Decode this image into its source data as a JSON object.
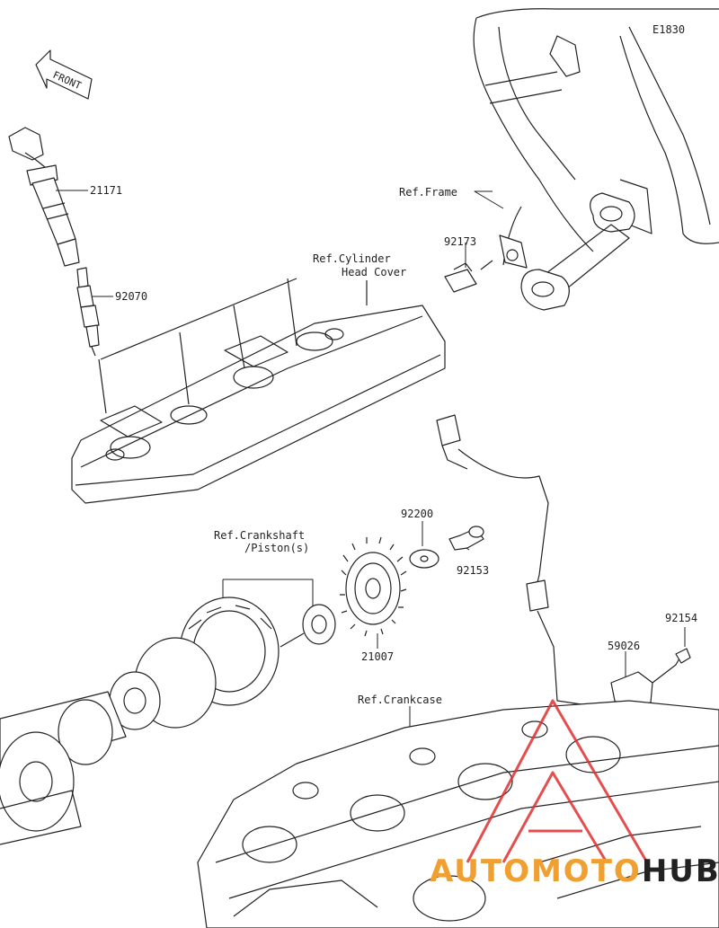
{
  "diagram_code": "E1830",
  "front_arrow_text": "FRONT",
  "parts": [
    {
      "number": "21171"
    },
    {
      "number": "92070"
    },
    {
      "number": "92173"
    },
    {
      "number": "92200"
    },
    {
      "number": "92153"
    },
    {
      "number": "21007"
    },
    {
      "number": "92154"
    },
    {
      "number": "59026"
    }
  ],
  "references": {
    "frame": "Ref.Frame",
    "cylinder_head_cover_line1": "Ref.Cylinder",
    "cylinder_head_cover_line2": "Head Cover",
    "crankshaft_line1": "Ref.Crankshaft",
    "crankshaft_line2": "/Piston(s)",
    "crankcase": "Ref.Crankcase"
  },
  "watermark": {
    "part1": "AUTOMOTO",
    "part2": "HUB",
    "color_primary": "#f0a030",
    "color_logo": "#e03030"
  }
}
